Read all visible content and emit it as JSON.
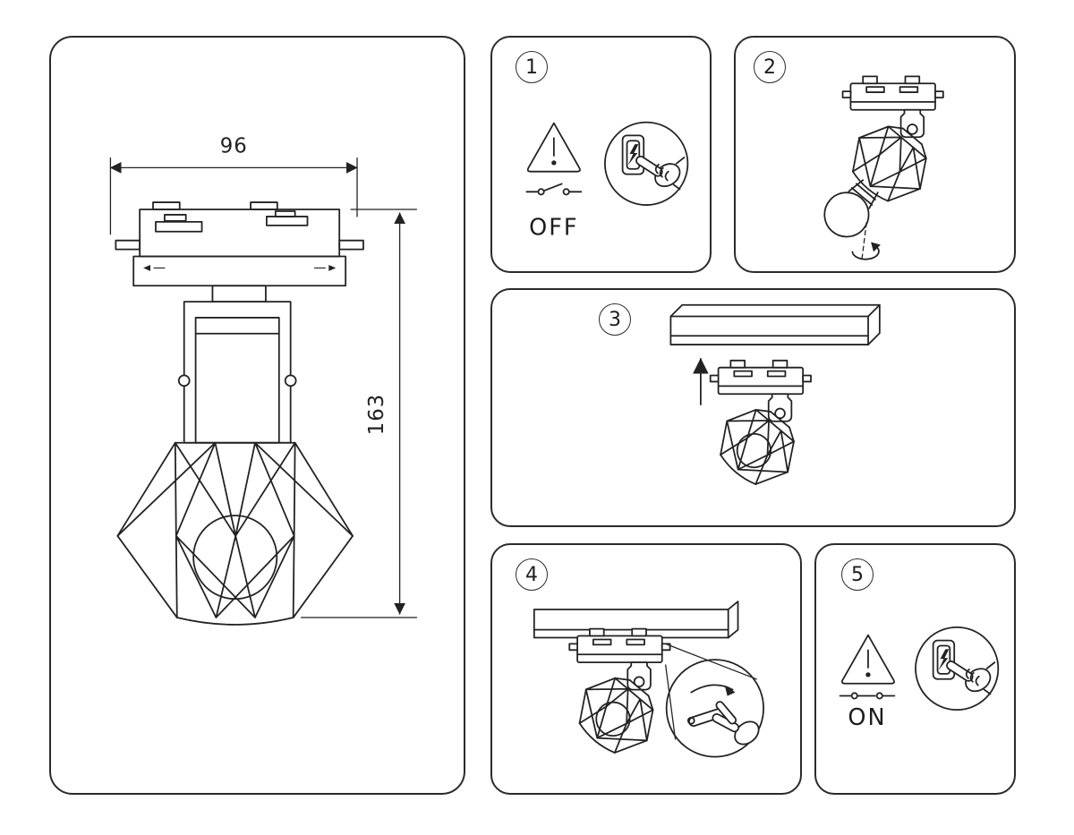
{
  "sheet": {
    "background": "#ffffff",
    "line_color": "#222222"
  },
  "dimension_panel": {
    "width_label": "96",
    "height_label": "163"
  },
  "steps": [
    {
      "number": "1",
      "caption": "OFF",
      "icons": [
        "warning-triangle-icon",
        "switch-open-icon",
        "wall-switch-hand-lens-icon"
      ]
    },
    {
      "number": "2",
      "icons": [
        "track-adapter-icon",
        "hinge-icon",
        "cage-spotlight-icon",
        "bulb-icon",
        "bulb-rotation-arrow-icon"
      ]
    },
    {
      "number": "3",
      "icons": [
        "ceiling-track-icon",
        "up-arrow-icon",
        "track-adapter-icon",
        "cage-spotlight-icon"
      ]
    },
    {
      "number": "4",
      "icons": [
        "ceiling-track-icon",
        "track-adapter-icon",
        "cage-spotlight-icon",
        "lock-lever-detail-lens-icon",
        "hand-icon",
        "flip-arrow-icon"
      ]
    },
    {
      "number": "5",
      "caption": "ON",
      "icons": [
        "warning-triangle-icon",
        "switch-closed-icon",
        "wall-switch-hand-lens-icon"
      ]
    }
  ]
}
